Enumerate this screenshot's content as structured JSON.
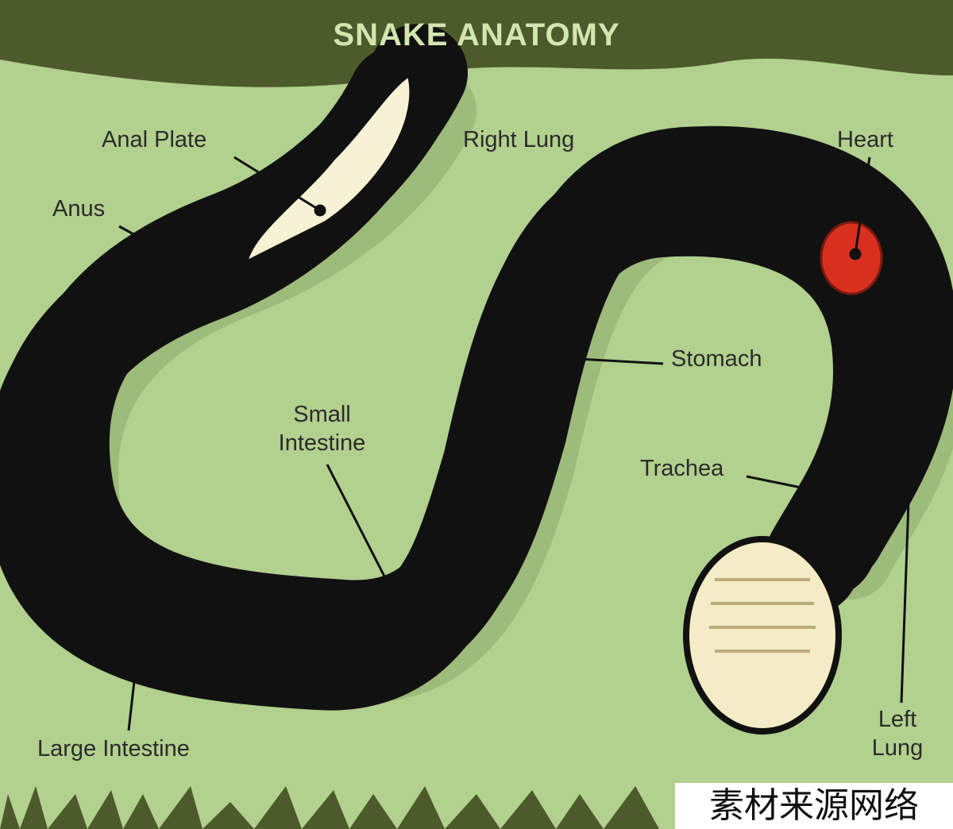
{
  "title": "SNAKE ANATOMY",
  "labels": {
    "anal_plate": "Anal Plate",
    "anus": "Anus",
    "right_lung": "Right Lung",
    "heart": "Heart",
    "stomach": "Stomach",
    "small_intestine_1": "Small",
    "small_intestine_2": "Intestine",
    "trachea": "Trachea",
    "large_intestine": "Large Intestine",
    "left_lung_1": "Left",
    "left_lung_2": "Lung"
  },
  "watermark": "素材来源网络",
  "colors": {
    "background": "#b2d08e",
    "banner": "#4d5a2c",
    "lung": "#4f7fc8",
    "intestine": "#e58a3c",
    "large_intestine": "#c9552e",
    "stomach": "#f3e08a",
    "heart": "#d8301f"
  }
}
